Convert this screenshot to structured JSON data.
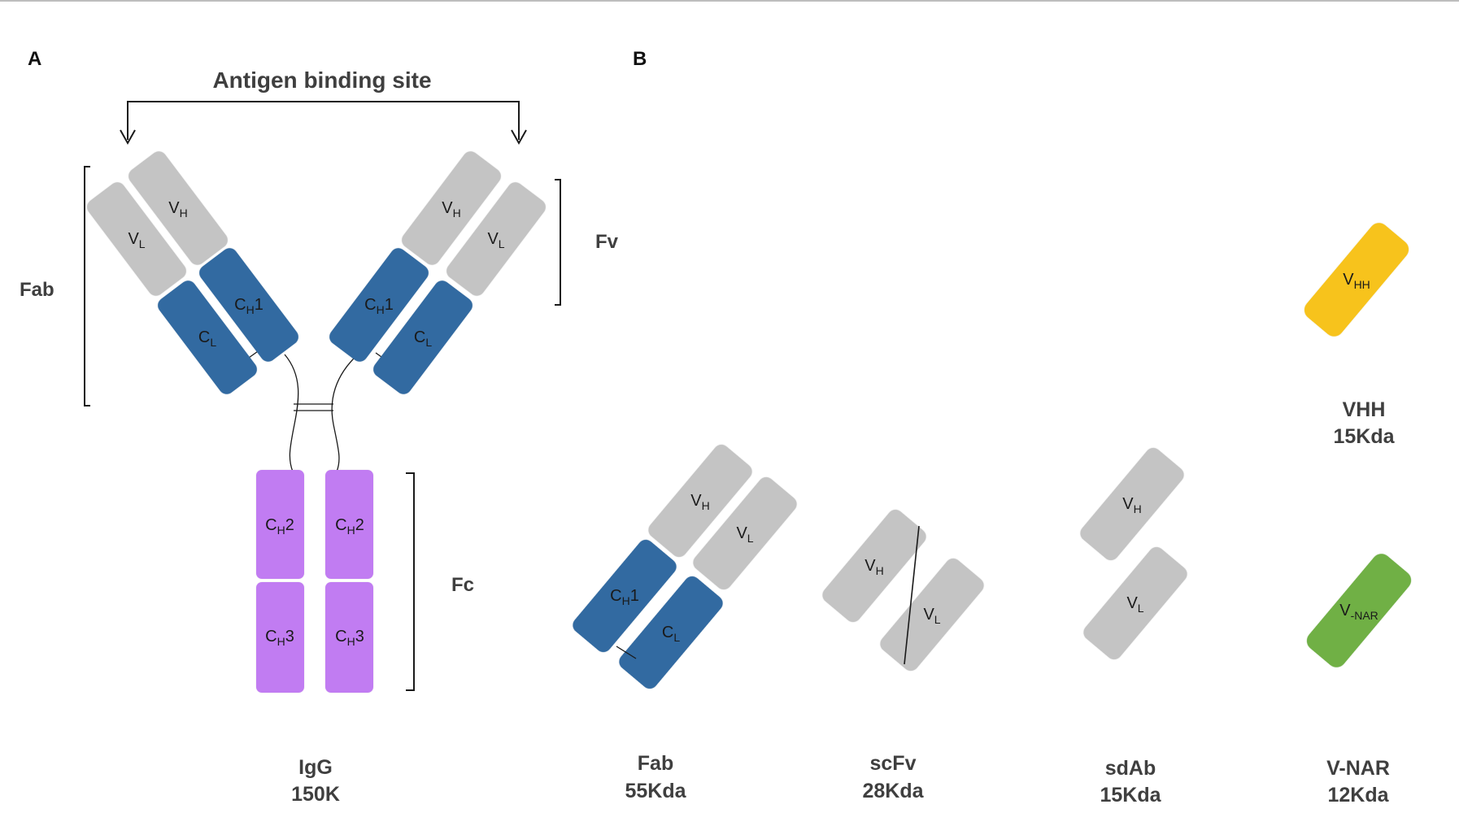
{
  "colors": {
    "variable": "#c4c4c4",
    "constant": "#336ba1",
    "fc": "#c17cf2",
    "vhh": "#f7c31a",
    "vnar": "#6fb045",
    "text": "#3f3f3f"
  },
  "panels": {
    "a": "A",
    "b": "B"
  },
  "labels": {
    "antigen_site": "Antigen binding site",
    "fab_bracket": "Fab",
    "fv_bracket": "Fv",
    "fc_bracket": "Fc"
  },
  "domains": {
    "v": "V",
    "c": "C",
    "h": "H",
    "l": "L",
    "hh": "HH",
    "nar": "-NAR",
    "one": "1",
    "two": "2",
    "three": "3"
  },
  "captions": {
    "igg": {
      "name": "IgG",
      "size": "150K"
    },
    "fab": {
      "name": "Fab",
      "size": "55Kda"
    },
    "scfv": {
      "name": "scFv",
      "size": "28Kda"
    },
    "sdab": {
      "name": "sdAb",
      "size": "15Kda"
    },
    "vnar": {
      "name": "V-NAR",
      "size": "12Kda"
    },
    "vhh": {
      "name": "VHH",
      "size": "15Kda"
    }
  }
}
